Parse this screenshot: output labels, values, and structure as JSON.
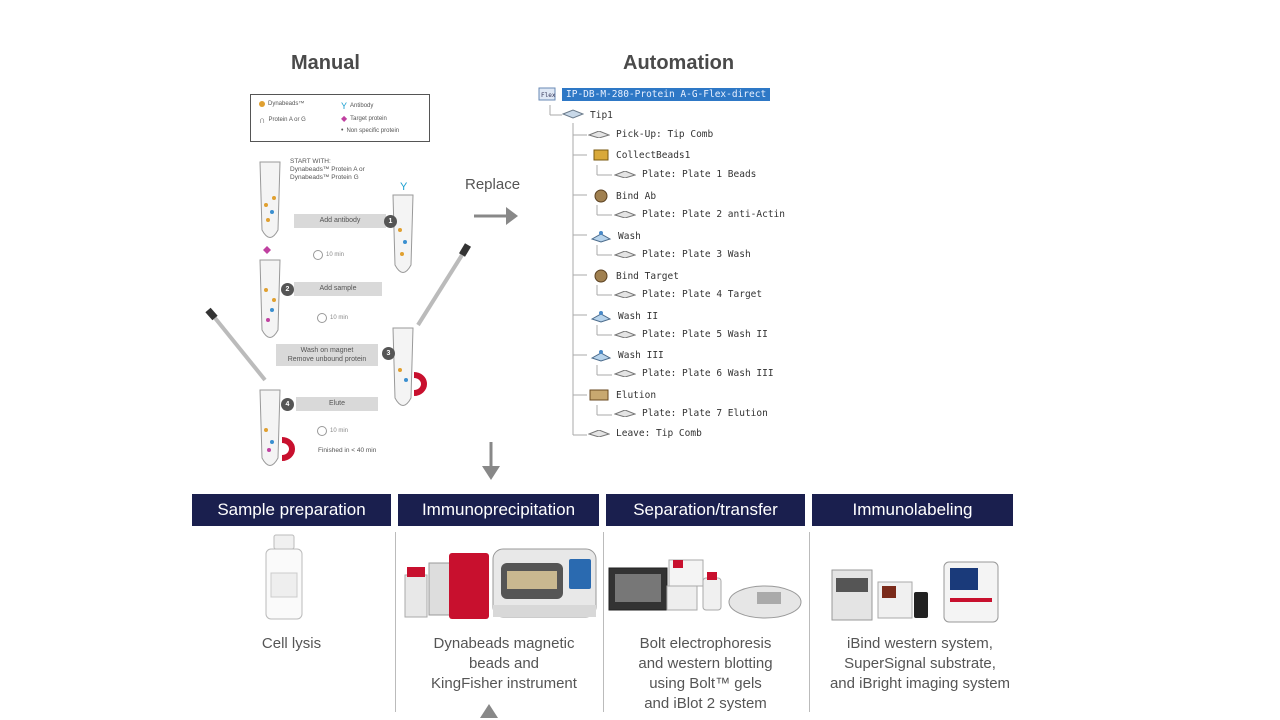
{
  "manual": {
    "title": "Manual",
    "legend": {
      "dynabeads": "Dynabeads™",
      "protein_ag": "Protein A or G",
      "antibody": "Antibody",
      "target": "Target protein",
      "nonspecific": "Non specific protein"
    },
    "start_with": [
      "START WITH:",
      "Dynabeads™ Protein A or",
      "Dynabeads™ Protein G"
    ],
    "steps": [
      {
        "num": "1",
        "label": "Add antibody",
        "time": "10 min"
      },
      {
        "num": "2",
        "label": "Add sample",
        "time": "10 min"
      },
      {
        "num": "3",
        "label": "Wash on magnet\nRemove unbound protein"
      },
      {
        "num": "4",
        "label": "Elute",
        "time": "10 min"
      }
    ],
    "finished": "Finished in < 40 min"
  },
  "replace_label": "Replace",
  "automation": {
    "title": "Automation",
    "root": "IP-DB-M-280-Protein A-G-Flex-direct",
    "tip": "Tip1",
    "items": [
      "Pick-Up: Tip Comb",
      "CollectBeads1",
      "Plate: Plate 1 Beads",
      "Bind Ab",
      "Plate: Plate 2 anti-Actin",
      "Wash",
      "Plate: Plate 3 Wash",
      "Bind Target",
      "Plate: Plate 4 Target",
      "Wash II",
      "Plate: Plate 5 Wash II",
      "Wash III",
      "Plate: Plate 6 Wash III",
      "Elution",
      "Plate: Plate 7 Elution",
      "Leave: Tip Comb"
    ]
  },
  "workflow": {
    "columns": [
      {
        "title": "Sample preparation",
        "caption": [
          "Cell lysis"
        ]
      },
      {
        "title": "Immunoprecipitation",
        "caption": [
          "Dynabeads magnetic",
          "beads and",
          "KingFisher instrument"
        ]
      },
      {
        "title": "Separation/transfer",
        "caption": [
          "Bolt electrophoresis",
          "and western blotting",
          "using Bolt™ gels",
          "and iBlot 2 system"
        ]
      },
      {
        "title": "Immunolabeling",
        "caption": [
          "iBind western system,",
          "SuperSignal substrate,",
          "and iBright imaging system"
        ]
      }
    ]
  },
  "colors": {
    "header_bg": "#1a1f4e",
    "selection": "#2e78c6",
    "magnet": "#c8102e"
  }
}
